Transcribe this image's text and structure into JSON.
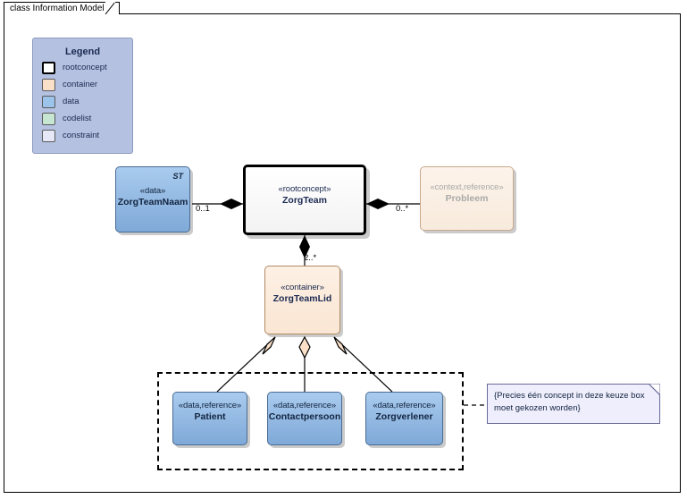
{
  "window": {
    "tab_label": "class Information Model"
  },
  "legend": {
    "title": "Legend",
    "items": [
      {
        "label": "rootconcept",
        "color": "#ffffff",
        "style": "thick"
      },
      {
        "label": "container",
        "color": "#fae0c8",
        "style": "normal"
      },
      {
        "label": "data",
        "color": "#9cc3ea",
        "style": "normal"
      },
      {
        "label": "codelist",
        "color": "#c6e6d2",
        "style": "normal"
      },
      {
        "label": "constraint",
        "color": "#e6e8f8",
        "style": "normal"
      }
    ]
  },
  "nodes": {
    "zorgteamnaam": {
      "stereotype": "«data»",
      "name": "ZorgTeamNaam",
      "marker": "ST"
    },
    "zorgteam": {
      "stereotype": "«rootconcept»",
      "name": "ZorgTeam"
    },
    "probleem": {
      "stereotype": "«context,reference»",
      "name": "Probleem"
    },
    "zorgteamlid": {
      "stereotype": "«container»",
      "name": "ZorgTeamLid"
    },
    "patient": {
      "stereotype": "«data,reference»",
      "name": "Patient"
    },
    "contactpersoon": {
      "stereotype": "«data,reference»",
      "name": "Contactpersoon"
    },
    "zorgverlener": {
      "stereotype": "«data,reference»",
      "name": "Zorgverlener"
    }
  },
  "multiplicities": {
    "naam_to_team": "0..1",
    "team_to_probleem": "0..*",
    "team_to_lid": "2..*"
  },
  "note": {
    "text": "{Precies één concept in deze keuze box moet gekozen worden}"
  },
  "colors": {
    "legend_background": "#b4c1e0",
    "data_fill": "#9cc3ea",
    "container_fill": "#fae0c8",
    "note_fill": "#eeeefc",
    "line": "#000000"
  }
}
